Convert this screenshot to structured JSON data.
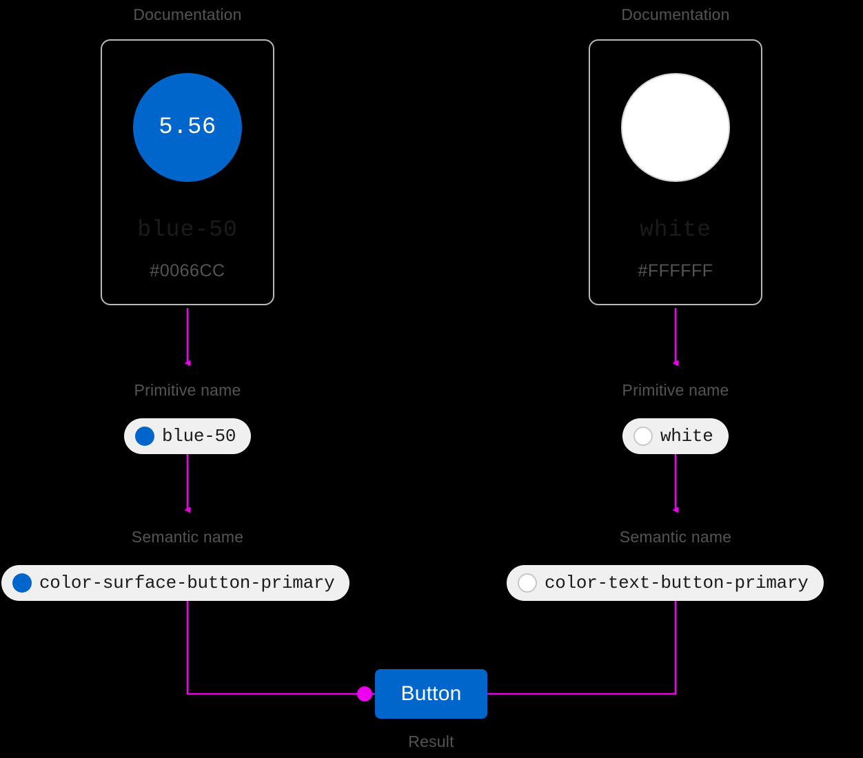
{
  "theme": {
    "background": "#000000",
    "connector_color": "#ED00ED",
    "card_border": "#b9b9b9",
    "caption_color": "#545454",
    "pill_background": "#f0f0f0",
    "pill_text": "#1b1b1b",
    "accent_blue": "#0066CC",
    "white": "#FFFFFF"
  },
  "columns": [
    {
      "doc_caption": "Documentation",
      "swatch": {
        "icon": "color-swatch-circle",
        "fill": "#0066CC",
        "border": "none",
        "contrast_ratio": "5.56"
      },
      "token_name": "blue-50",
      "hex": "#0066CC",
      "primitive_caption": "Primitive name",
      "primitive_pill": {
        "dot_icon": "blue-swatch-dot",
        "dot_fill": "#0066CC",
        "dot_border": "none",
        "label": "blue-50"
      },
      "semantic_caption": "Semantic name",
      "semantic_pill": {
        "dot_icon": "blue-swatch-dot",
        "dot_fill": "#0066CC",
        "dot_border": "none",
        "label": "color-surface-button-primary"
      }
    },
    {
      "doc_caption": "Documentation",
      "swatch": {
        "icon": "color-swatch-circle",
        "fill": "#FFFFFF",
        "border": "#d5d5d5",
        "contrast_ratio": ""
      },
      "token_name": "white",
      "hex": "#FFFFFF",
      "primitive_caption": "Primitive name",
      "primitive_pill": {
        "dot_icon": "white-swatch-dot",
        "dot_fill": "#FFFFFF",
        "dot_border": "#c8c8c8",
        "label": "white"
      },
      "semantic_caption": "Semantic name",
      "semantic_pill": {
        "dot_icon": "white-swatch-dot",
        "dot_fill": "#FFFFFF",
        "dot_border": "#c8c8c8",
        "label": "color-text-button-primary"
      }
    }
  ],
  "result": {
    "button_label": "Button",
    "caption": "Result"
  }
}
